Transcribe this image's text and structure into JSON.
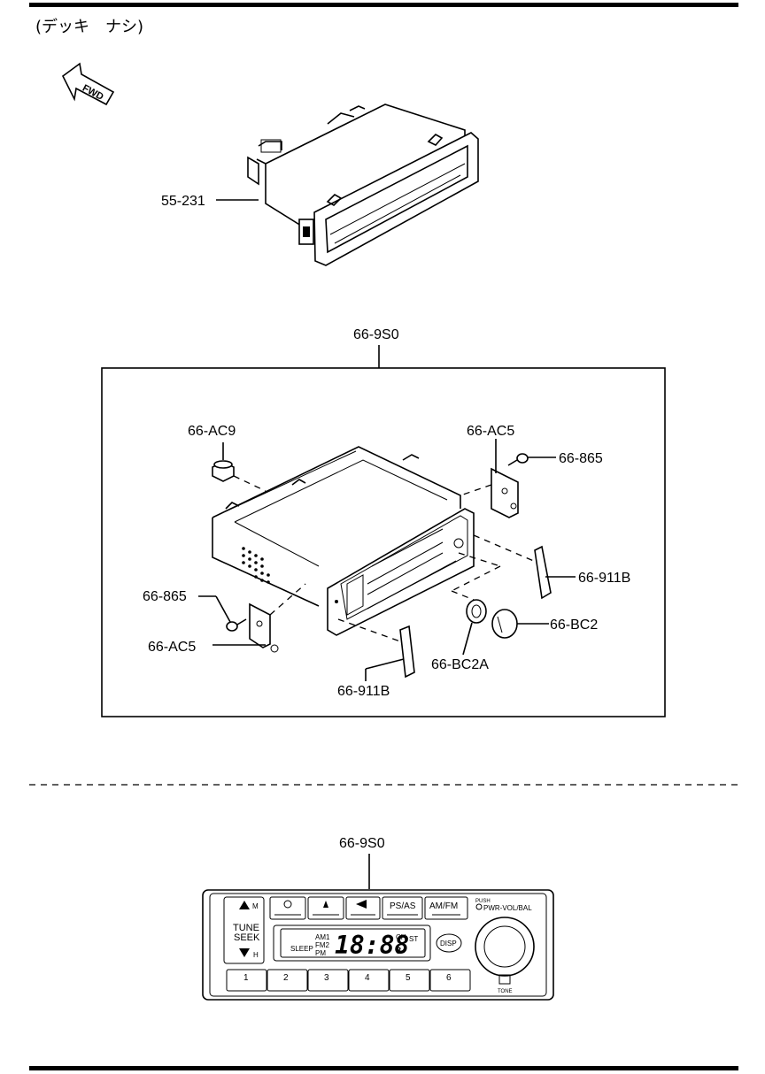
{
  "header": {
    "note": "(デッキ　ナシ)"
  },
  "direction": {
    "arrow_label": "FWD"
  },
  "parts": {
    "pocket": "55-231",
    "audio_unit_top": "66-9S0",
    "cap": "66-AC9",
    "bracket_right": "66-AC5",
    "screw_right": "66-865",
    "trim_right": "66-911B",
    "screw_left": "66-865",
    "bracket_left": "66-AC5",
    "trim_bottom": "66-911B",
    "ring": "66-BC2A",
    "knob": "66-BC2",
    "audio_unit_bottom": "66-9S0"
  },
  "faceplate": {
    "m_label": "M",
    "tune_label": "TUNE",
    "seek_label": "SEEK",
    "h_label": "H",
    "top_buttons": [
      "",
      "",
      "",
      "PS/AS",
      "AM/FM"
    ],
    "sleep": "SLEEP",
    "am1": "AM1",
    "fm2": "FM2",
    "pm": "PM",
    "digits": "18:88",
    "digit_small": "8",
    "ch": "CH",
    "st": "ST",
    "disp": "DISP",
    "push": "PUSH",
    "pwr_vol_bal": "PWR-VOL/BAL",
    "tone": "TONE",
    "presets": [
      "1",
      "2",
      "3",
      "4",
      "5",
      "6"
    ]
  }
}
